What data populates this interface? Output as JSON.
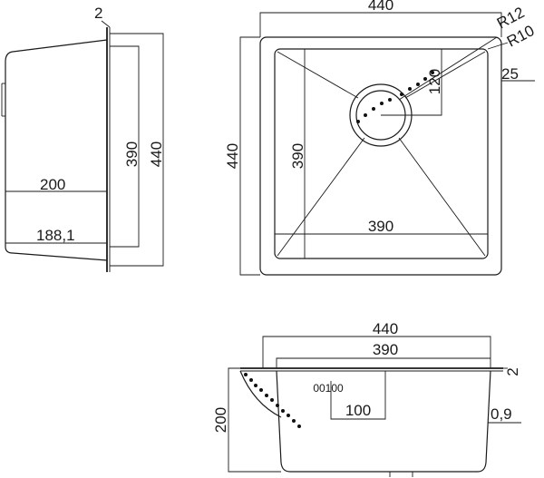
{
  "side_view": {
    "thickness_label": "2",
    "depth_label": "200",
    "inner_depth_label": "188,1",
    "inner_height_label": "390",
    "outer_height_label": "440"
  },
  "top_view": {
    "outer_width_label": "440",
    "outer_height_label": "440",
    "inner_width_label": "390",
    "inner_height_label": "390",
    "outer_radius_label": "R12",
    "inner_radius_label": "R10",
    "rim_label": "25",
    "drain_offset_label": "120"
  },
  "front_view": {
    "outer_width_label": "440",
    "inner_width_label": "390",
    "depth_label": "200",
    "drain_label": "100",
    "thickness_label": "2",
    "wall_label": "0,9",
    "marking_label": "00100"
  }
}
